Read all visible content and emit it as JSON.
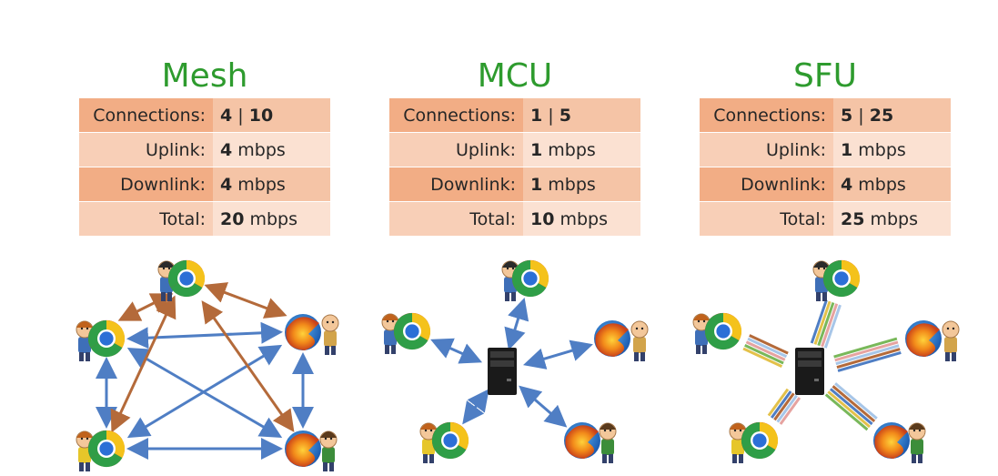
{
  "colors": {
    "title": "#2e9b2e",
    "row_dark_key": "#f2ad85",
    "row_dark_val": "#f5c4a6",
    "row_light_key": "#f8cfb7",
    "row_light_val": "#fbe1d2",
    "arrow_blue": "#4f7ec4",
    "arrow_brown": "#b46a3a",
    "arrow_gold": "#e3c14a",
    "arrow_green": "#79b85a",
    "arrow_pink": "#e6a3a0",
    "arrow_lightblue": "#a7c6e8"
  },
  "panels": [
    {
      "title": "Mesh",
      "rows": [
        {
          "label": "Connections:",
          "v1": "4",
          "sep": " | ",
          "v2": "10",
          "unit": ""
        },
        {
          "label": "Uplink:",
          "v1": "4",
          "sep": "",
          "v2": "",
          "unit": " mbps"
        },
        {
          "label": "Downlink:",
          "v1": "4",
          "sep": "",
          "v2": "",
          "unit": " mbps"
        },
        {
          "label": "Total:",
          "v1": "20",
          "sep": "",
          "v2": "",
          "unit": " mbps"
        }
      ],
      "nodes": [
        {
          "type": "chrome",
          "person": "blue-shirt-person"
        },
        {
          "type": "chrome",
          "person": "orange-hair-person"
        },
        {
          "type": "firefox",
          "person": "bald-person"
        },
        {
          "type": "chrome",
          "person": "yellow-shirt-person"
        },
        {
          "type": "firefox",
          "person": "green-shirt-person"
        }
      ]
    },
    {
      "title": "MCU",
      "rows": [
        {
          "label": "Connections:",
          "v1": "1",
          "sep": " | ",
          "v2": "5",
          "unit": ""
        },
        {
          "label": "Uplink:",
          "v1": "1",
          "sep": "",
          "v2": "",
          "unit": " mbps"
        },
        {
          "label": "Downlink:",
          "v1": "1",
          "sep": "",
          "v2": "",
          "unit": " mbps"
        },
        {
          "label": "Total:",
          "v1": "10",
          "sep": "",
          "v2": "",
          "unit": " mbps"
        }
      ],
      "hub": "server-icon"
    },
    {
      "title": "SFU",
      "rows": [
        {
          "label": "Connections:",
          "v1": "5",
          "sep": " | ",
          "v2": "25",
          "unit": ""
        },
        {
          "label": "Uplink:",
          "v1": "1",
          "sep": "",
          "v2": "",
          "unit": " mbps"
        },
        {
          "label": "Downlink:",
          "v1": "4",
          "sep": "",
          "v2": "",
          "unit": " mbps"
        },
        {
          "label": "Total:",
          "v1": "25",
          "sep": "",
          "v2": "",
          "unit": " mbps"
        }
      ],
      "hub": "server-icon"
    }
  ]
}
